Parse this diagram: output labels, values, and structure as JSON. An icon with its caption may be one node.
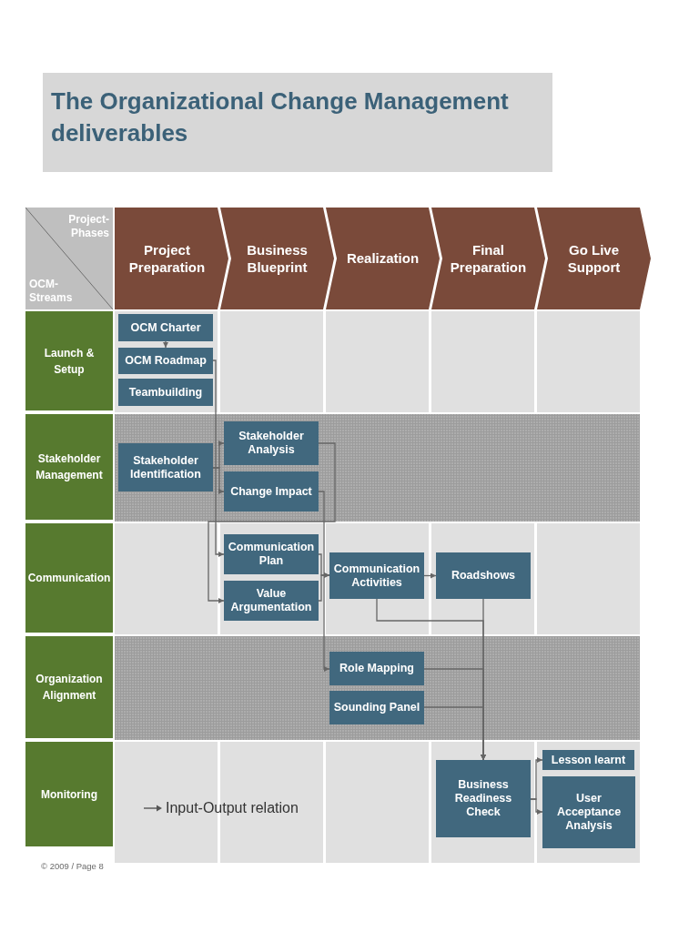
{
  "diagram": {
    "title": "The Organizational Change Management deliverables",
    "nodes": [
      {
        "text": [
          "Project-Phases",
          "OCM-Streams"
        ]
      },
      {
        "text": [
          "Project Preparation"
        ]
      },
      {
        "text": [
          "Business Blueprint"
        ]
      },
      {
        "text": [
          "Realization"
        ]
      },
      {
        "text": [
          "Final Preparation"
        ]
      },
      {
        "text": [
          "Go Live Support"
        ]
      },
      {
        "text": [
          "Launch & Setup"
        ]
      },
      {
        "text": [
          "Stakeholder Management"
        ]
      },
      {
        "text": [
          "Communication"
        ]
      },
      {
        "text": [
          "Organization Alignment"
        ]
      },
      {
        "text": [
          "Monitoring"
        ]
      },
      {
        "text": [
          "OCM Charter"
        ]
      },
      {
        "text": [
          "OCM Roadmap"
        ]
      },
      {
        "text": [
          "Teambuilding"
        ]
      },
      {
        "text": [
          "Stakeholder Identification"
        ]
      },
      {
        "text": [
          "Stakeholder Analysis"
        ]
      },
      {
        "text": [
          "Change Impact"
        ]
      },
      {
        "text": [
          "Communication Plan"
        ]
      },
      {
        "text": [
          "Value Argumentation"
        ]
      },
      {
        "text": [
          "Communication Activities"
        ]
      },
      {
        "text": [
          "Roadshows"
        ]
      },
      {
        "text": [
          "Role Mapping"
        ]
      },
      {
        "text": [
          "Sounding Panel"
        ]
      },
      {
        "text": [
          "Business Readiness Check"
        ]
      },
      {
        "text": [
          "Lesson learnt"
        ]
      },
      {
        "text": [
          "User Acceptance Analysis"
        ]
      }
    ],
    "edges": [
      {
        "from": 11,
        "to": 12,
        "arrow": "to"
      },
      {
        "from": 12,
        "to": 17,
        "arrow": "to"
      },
      {
        "from": 14,
        "to": 15,
        "arrow": "to"
      },
      {
        "from": 14,
        "to": 16,
        "arrow": "to"
      },
      {
        "from": 15,
        "to": 18,
        "arrow": "to"
      },
      {
        "from": 16,
        "to": 21,
        "arrow": "to"
      },
      {
        "from": 17,
        "to": 19,
        "arrow": "to"
      },
      {
        "from": 18,
        "to": 19,
        "arrow": "to"
      },
      {
        "from": 19,
        "to": 20,
        "arrow": "to"
      },
      {
        "from": 19,
        "to": 23,
        "arrow": "to"
      },
      {
        "from": 20,
        "to": 23,
        "arrow": "to"
      },
      {
        "from": 21,
        "to": 23,
        "arrow": "to"
      },
      {
        "from": 22,
        "to": 23,
        "arrow": "to"
      },
      {
        "from": 23,
        "to": 24,
        "arrow": "to"
      },
      {
        "from": 23,
        "to": 25,
        "arrow": "to"
      }
    ],
    "labels": [
      "© 2009 / Page 8"
    ],
    "legend": [
      {
        "text": "Input-Output relation"
      }
    ]
  }
}
